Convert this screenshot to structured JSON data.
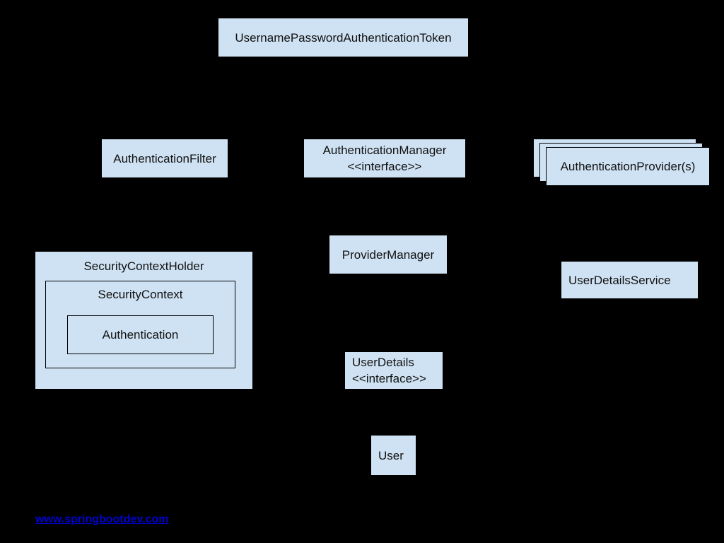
{
  "diagram": {
    "background_color": "#000000",
    "box_fill_color": "#cfe2f3",
    "box_border_color": "#000000",
    "text_color": "#111111",
    "nodes": {
      "token": {
        "label": "UsernamePasswordAuthenticationToken"
      },
      "auth_filter": {
        "label": "AuthenticationFilter"
      },
      "auth_manager": {
        "label": "AuthenticationManager",
        "stereotype": "<<interface>>"
      },
      "auth_providers": {
        "label": "AuthenticationProvider(s)",
        "stacked_cards": 3
      },
      "provider_manager": {
        "label": "ProviderManager"
      },
      "user_details_service": {
        "label": "UserDetailsService"
      },
      "security_context_holder": {
        "label": "SecurityContextHolder"
      },
      "security_context": {
        "label": "SecurityContext"
      },
      "authentication": {
        "label": "Authentication"
      },
      "user_details": {
        "label": "UserDetails",
        "stereotype": "<<interface>>"
      },
      "user": {
        "label": "User"
      }
    }
  },
  "footer": {
    "link": {
      "text": "www.springbootdev.com",
      "color": "#0101cc"
    }
  }
}
